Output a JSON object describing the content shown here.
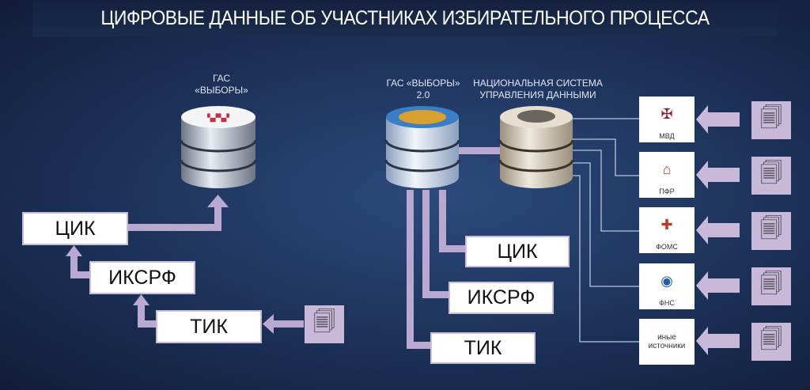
{
  "title": "ЦИФРОВЫЕ ДАННЫЕ ОБ УЧАСТНИКАХ ИЗБИРАТЕЛЬНОГО ПРОЦЕССА",
  "left": {
    "db_label_1": "ГАС",
    "db_label_2": "«ВЫБОРЫ»",
    "boxes": [
      "ЦИК",
      "ИКСРФ",
      "ТИК"
    ]
  },
  "right": {
    "gas_label_1": "ГАС «ВЫБОРЫ»",
    "gas_label_2": "2.0",
    "nsud_label_1": "НАЦИОНАЛЬНАЯ СИСТЕМА",
    "nsud_label_2": "УПРАВЛЕНИЯ ДАННЫМИ",
    "boxes": [
      "ЦИК",
      "ИКСРФ",
      "ТИК"
    ]
  },
  "sources": [
    "МВД",
    "ПФР",
    "ФОМС",
    "ФНС",
    "иные источники"
  ],
  "colors": {
    "accent": "#c8b8da",
    "pipe": "#b9a8cf",
    "background": "#1c3158"
  }
}
